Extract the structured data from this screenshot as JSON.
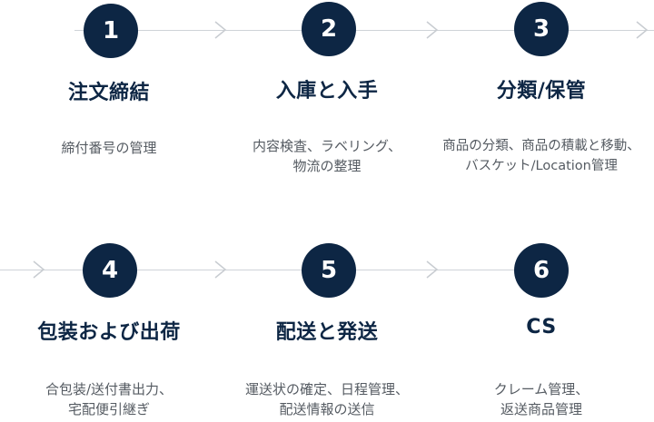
{
  "steps": [
    {
      "number": "1",
      "title": "注文締結",
      "desc": [
        "締付番号の管理"
      ]
    },
    {
      "number": "2",
      "title": "入庫と入手",
      "desc": [
        "内容検査、ラベリング、",
        "物流の整理"
      ]
    },
    {
      "number": "3",
      "title": "分類/保管",
      "desc": [
        "商品の分類、商品の積載と移動、",
        "バスケット/Location管理"
      ]
    },
    {
      "number": "4",
      "title": "包装および出荷",
      "desc": [
        "合包装/送付書出力、",
        "宅配便引継ぎ"
      ]
    },
    {
      "number": "5",
      "title": "配送と発送",
      "desc": [
        "運送状の確定、日程管理、",
        "配送情報の送信"
      ]
    },
    {
      "number": "6",
      "title": "CS",
      "desc": [
        "クレーム管理、",
        "返送商品管理"
      ]
    }
  ],
  "colors": {
    "circle": "#0d2644",
    "title": "#0d2644",
    "desc": "#555b62",
    "connector": "#cfd3d8"
  }
}
